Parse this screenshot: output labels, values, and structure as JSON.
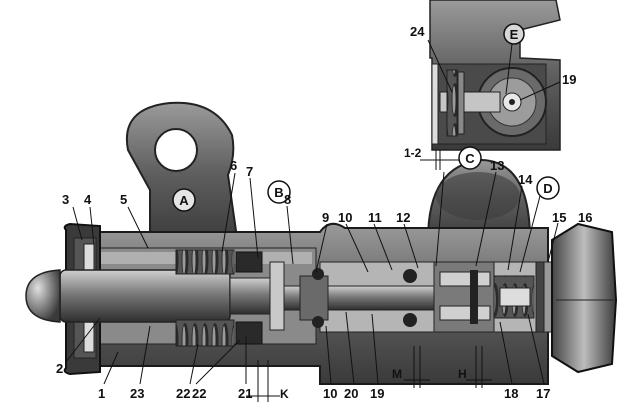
{
  "diagram": {
    "numbered_callouts": [
      "1",
      "2",
      "3",
      "4",
      "5",
      "6",
      "7",
      "8",
      "9",
      "10",
      "10",
      "11",
      "12",
      "13",
      "14",
      "15",
      "16",
      "17",
      "18",
      "19",
      "19",
      "20",
      "21",
      "22",
      "22",
      "23",
      "24"
    ],
    "letter_callouts": [
      "A",
      "B",
      "C",
      "D",
      "E"
    ],
    "dimension_labels": [
      "1-2",
      "K",
      "M",
      "H"
    ]
  },
  "colors": {
    "body_dark": "#3a3a3a",
    "body_mid": "#6b6b6b",
    "body_light": "#a9a9a9",
    "highlight": "#d9d9d9",
    "bore": "#8c8c8c"
  }
}
